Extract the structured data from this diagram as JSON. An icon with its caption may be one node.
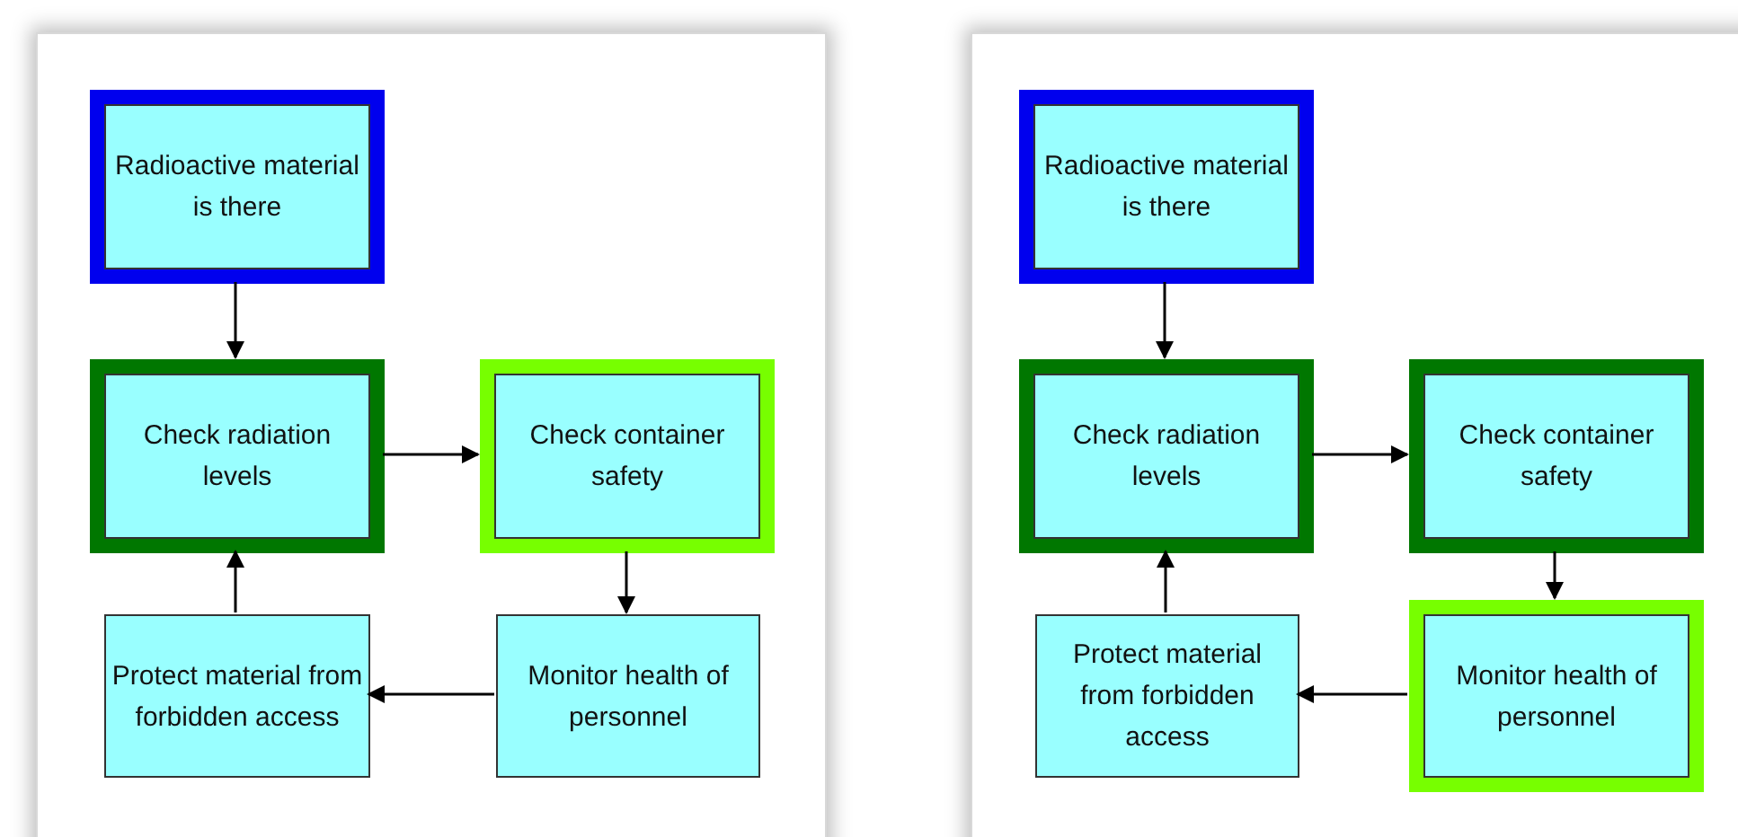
{
  "diagram": {
    "nodes": [
      {
        "text": [],
        "shape": "box"
      },
      {
        "text": [
          "Radioactive material is there"
        ],
        "in": 0
      },
      {
        "text": [
          "Check radiation levels"
        ],
        "in": 0
      },
      {
        "text": [
          "Check container safety"
        ],
        "in": 0
      },
      {
        "text": [
          "Monitor health of personnel"
        ],
        "in": 0
      },
      {
        "text": [
          "Protect material from forbidden access"
        ],
        "in": 0
      },
      {
        "text": [],
        "shape": "box"
      },
      {
        "text": [
          "Radioactive material is there"
        ],
        "in": 6
      },
      {
        "text": [
          "Check radiation levels"
        ],
        "in": 6
      },
      {
        "text": [
          "Check container safety"
        ],
        "in": 6
      },
      {
        "text": [
          "Monitor health of personnel"
        ],
        "in": 6
      },
      {
        "text": [
          "Protect material from forbidden access"
        ],
        "in": 6
      }
    ],
    "edges": [
      {
        "from": 1,
        "to": 2,
        "arrow": "to"
      },
      {
        "from": 2,
        "to": 3,
        "arrow": "to"
      },
      {
        "from": 3,
        "to": 4,
        "arrow": "to"
      },
      {
        "from": 4,
        "to": 5,
        "arrow": "to"
      },
      {
        "from": 5,
        "to": 2,
        "arrow": "to"
      },
      {
        "from": 7,
        "to": 8,
        "arrow": "to"
      },
      {
        "from": 8,
        "to": 9,
        "arrow": "to"
      },
      {
        "from": 9,
        "to": 10,
        "arrow": "to"
      },
      {
        "from": 10,
        "to": 11,
        "arrow": "to"
      },
      {
        "from": 11,
        "to": 8,
        "arrow": "to"
      }
    ]
  }
}
